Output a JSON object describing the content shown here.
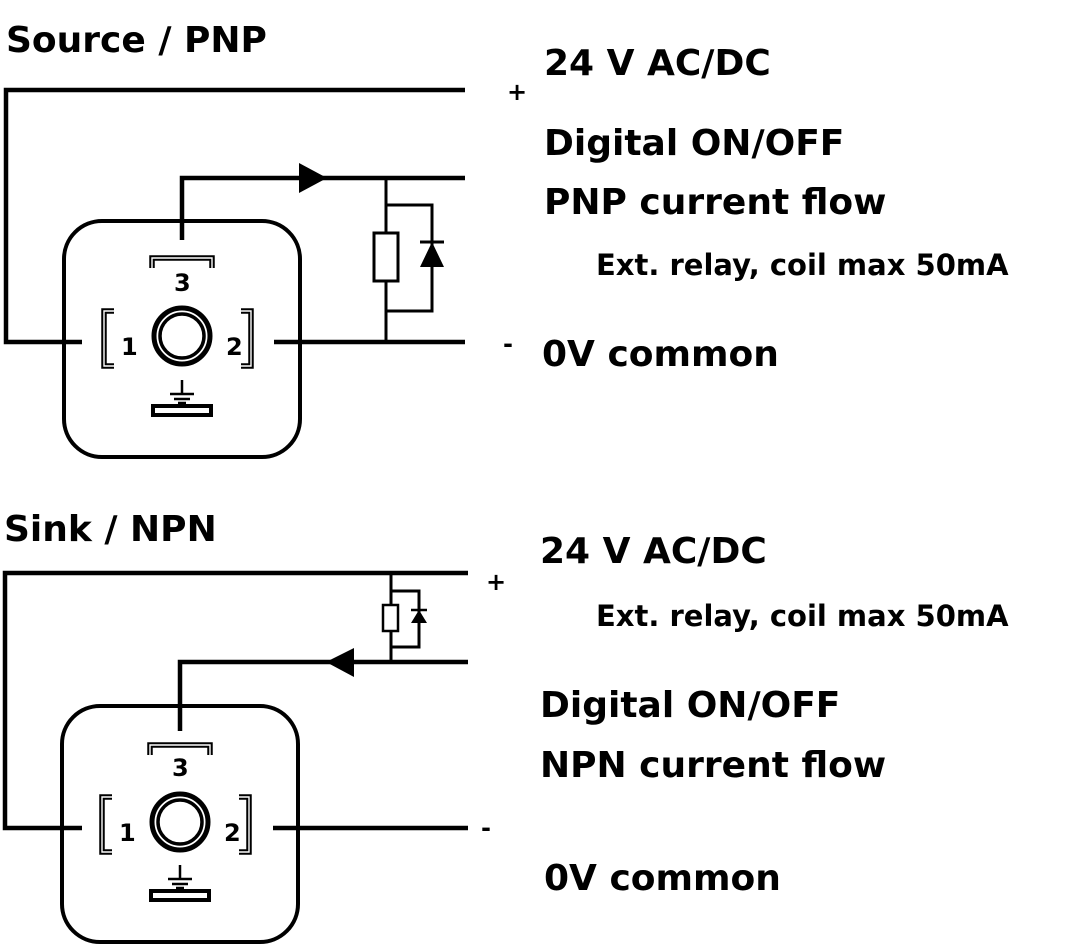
{
  "source_pnp": {
    "title": "Source / PNP",
    "plus_sign": "+",
    "minus_sign": "-",
    "supply_label": "24 V AC/DC",
    "signal_label_line1": "Digital ON/OFF",
    "signal_label_line2": "PNP current flow",
    "relay_label": "Ext. relay, coil max 50mA",
    "common_label": "0V common",
    "current_direction": "right",
    "connector": {
      "pin1": "1",
      "pin2": "2",
      "pin3": "3",
      "ground_symbol": "earth-ground"
    }
  },
  "sink_npn": {
    "title": "Sink / NPN",
    "plus_sign": "+",
    "minus_sign": "-",
    "supply_label": "24 V AC/DC",
    "relay_label": "Ext. relay, coil max 50mA",
    "signal_label_line1": "Digital ON/OFF",
    "signal_label_line2": "NPN current flow",
    "common_label": "0V common",
    "current_direction": "left",
    "connector": {
      "pin1": "1",
      "pin2": "2",
      "pin3": "3",
      "ground_symbol": "earth-ground"
    }
  }
}
